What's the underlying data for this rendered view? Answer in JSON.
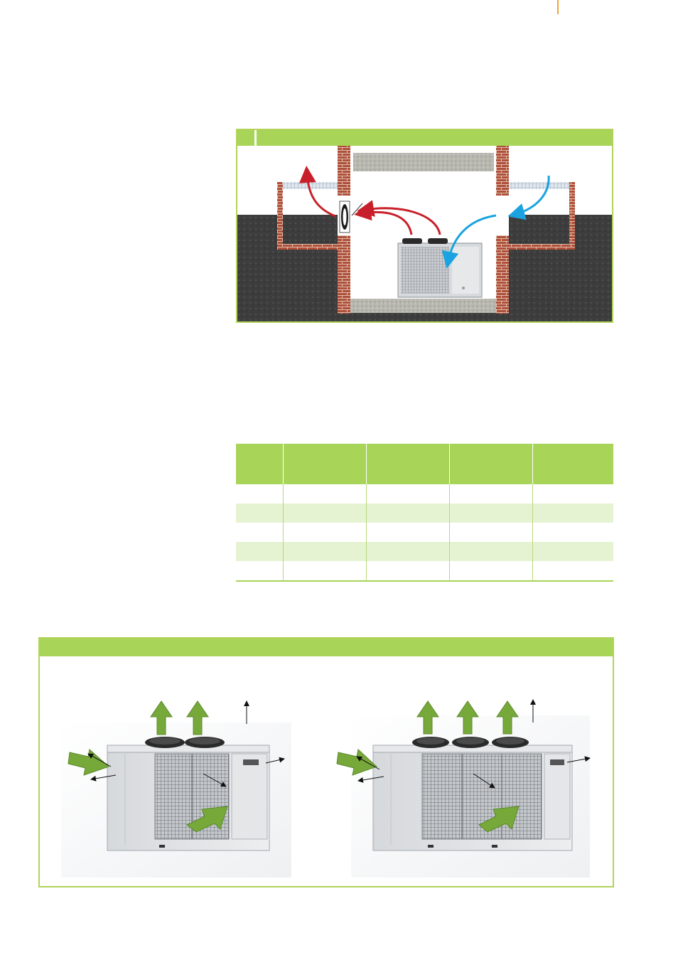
{
  "colors": {
    "accent_green": "#a8d458",
    "light_green_row": "#e6f3d2",
    "hot_air": "#c8202a",
    "cold_air": "#1aa3e0",
    "brick": "#a0402e",
    "ground": "#3a3a3a",
    "header_line": "#f2a23a"
  },
  "figure_installation": {
    "header_label": "",
    "icons": [
      "brick-wall",
      "axial-fan",
      "chiller-unit",
      "hot-air-arrow",
      "cold-air-arrow",
      "ground-soil",
      "concrete-slab",
      "grille"
    ]
  },
  "table": {
    "headers": [
      "",
      "",
      "",
      "",
      ""
    ],
    "rows": [
      [
        "",
        "",
        "",
        "",
        ""
      ],
      [
        "",
        "",
        "",
        "",
        ""
      ],
      [
        "",
        "",
        "",
        "",
        ""
      ],
      [
        "",
        "",
        "",
        "",
        ""
      ],
      [
        "",
        "",
        "",
        "",
        ""
      ]
    ]
  },
  "figure_clearances": {
    "header_label": "",
    "units": [
      {
        "fans": 2,
        "icons": [
          "chiller-unit",
          "air-outlet-arrow",
          "air-inlet-arrow",
          "clearance-arrow"
        ]
      },
      {
        "fans": 3,
        "icons": [
          "chiller-unit",
          "air-outlet-arrow",
          "air-inlet-arrow",
          "clearance-arrow"
        ]
      }
    ]
  }
}
